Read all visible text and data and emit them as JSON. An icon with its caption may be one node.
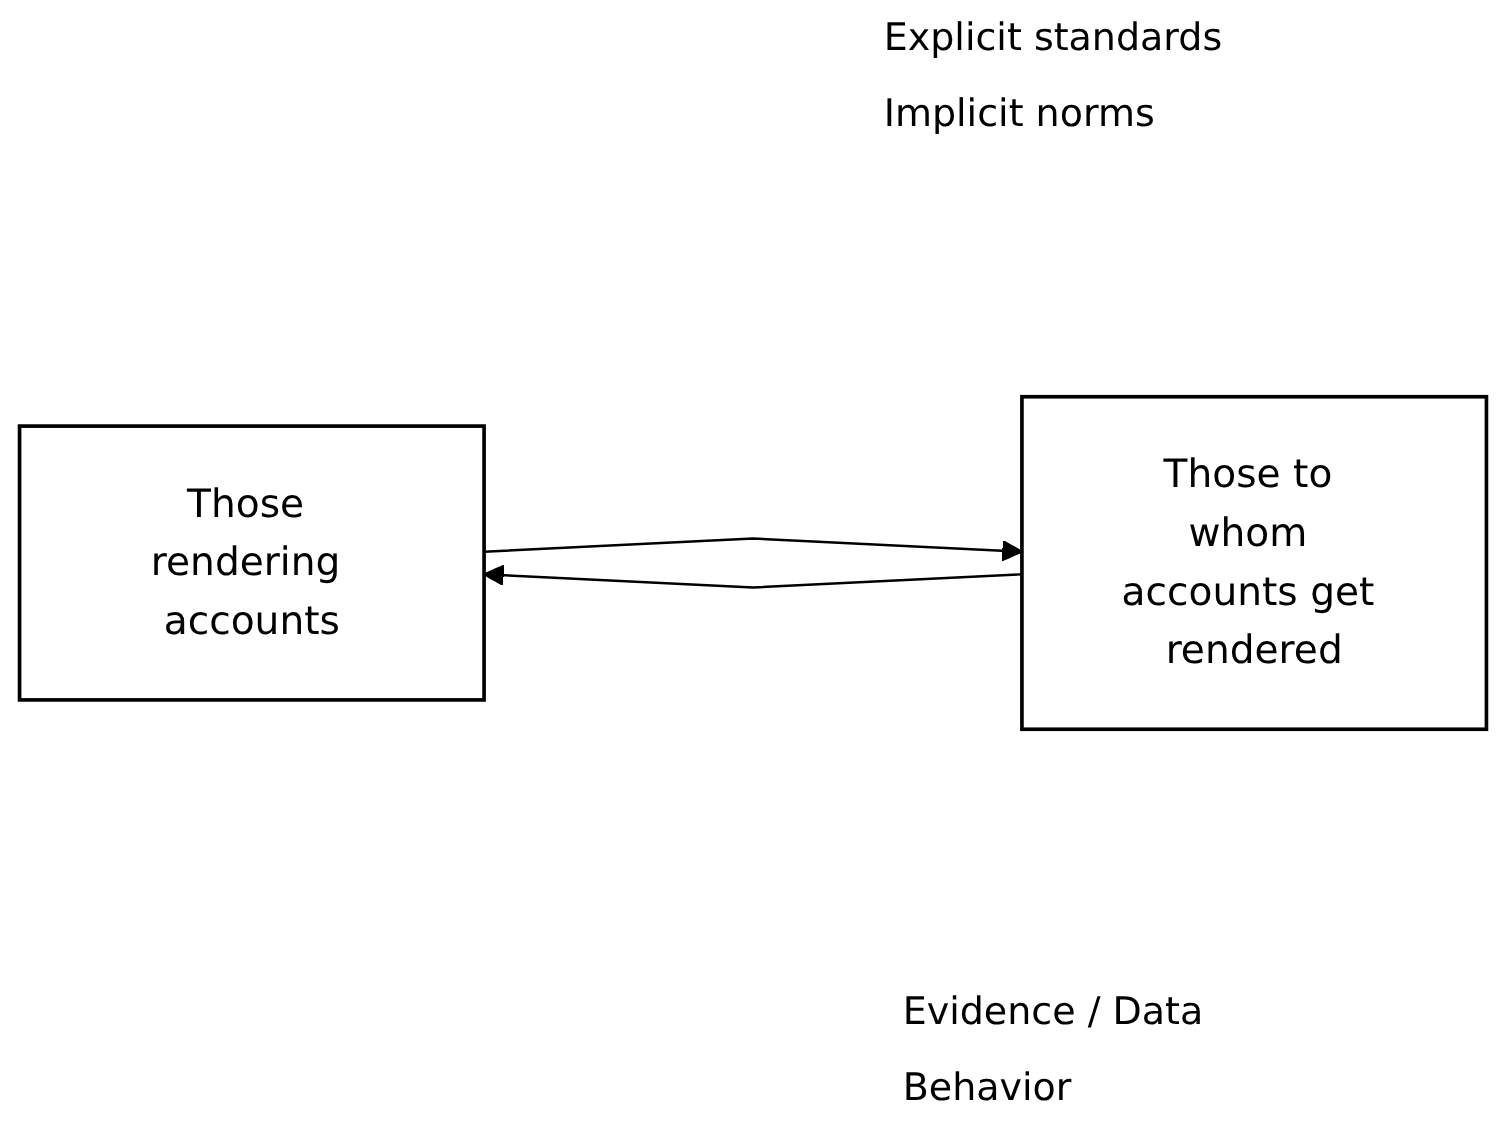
{
  "diagram": {
    "nodes": [
      {
        "text": [
          "Those rendering accounts"
        ]
      },
      {
        "text": [
          "Those to whom accounts get rendered"
        ]
      }
    ],
    "edges": [
      {
        "from": 1,
        "to": 0,
        "arrow": "to"
      },
      {
        "from": 0,
        "to": 1,
        "arrow": "to"
      }
    ],
    "labels": [
      "Explicit standards",
      "Implicit norms",
      "Evidence / Data",
      "Behavior"
    ]
  }
}
